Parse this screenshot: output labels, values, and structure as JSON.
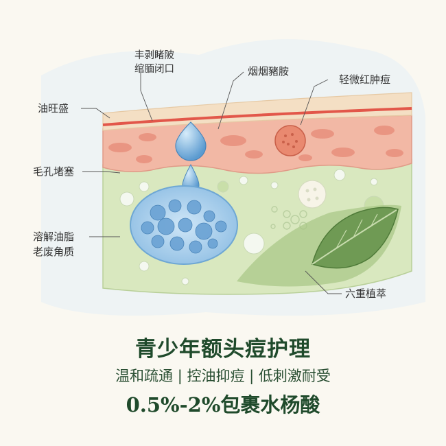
{
  "labels": {
    "top_left": "丰剥睹陂",
    "top_left_2": "绾腼闭口",
    "oil": "油旺盛",
    "inflamed": "烟烟豬胺",
    "redness": "轻微红肿痘",
    "clogged": "毛孔堵塞",
    "dissolve": "溶解油脂",
    "dissolve_2": "老废角质",
    "botanical": "六重植萃"
  },
  "headline": {
    "title": "青少年额头痘护理",
    "subtitle": "温和疏通 | 控油抑痘 | 低刺激耐受",
    "tagline": "0.5%-2%包裹水杨酸"
  },
  "colors": {
    "stratum": "#f4dfc4",
    "epidermis": "#f2b8a5",
    "dermis": "#d9e8bf",
    "droplet": "#7fb3dc",
    "leaf": "#6f9a54",
    "title": "#1f4a2b"
  },
  "icons": [
    "water-droplet-icon",
    "leaf-icon",
    "pimple-icon"
  ]
}
